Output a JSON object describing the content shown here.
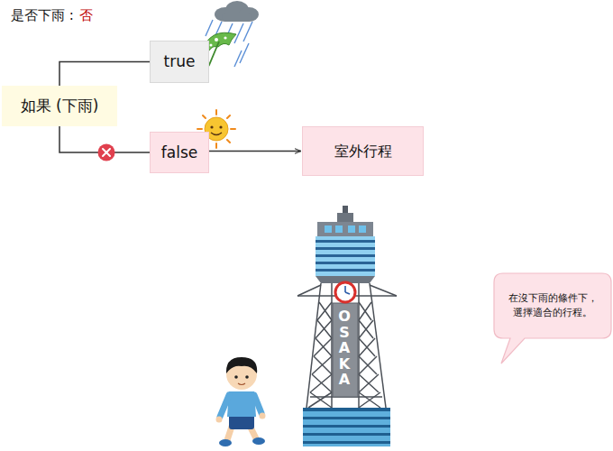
{
  "diagram": {
    "nodes": [
      {
        "text": [
          "如果 (下雨)"
        ]
      },
      {
        "text": [
          "true"
        ]
      },
      {
        "text": [
          "false"
        ]
      },
      {
        "text": [
          "室外行程"
        ]
      },
      {
        "text": [
          "在沒下雨的條件下， 選擇適合的行程。"
        ]
      }
    ],
    "edges": [
      {
        "from": 0,
        "to": 1,
        "arrow": "none"
      },
      {
        "from": 0,
        "to": 2,
        "arrow": "none"
      },
      {
        "from": 2,
        "to": 3,
        "arrow": "to"
      }
    ],
    "labels": [
      "是否下雨 :",
      "否",
      "OSAKA"
    ]
  }
}
